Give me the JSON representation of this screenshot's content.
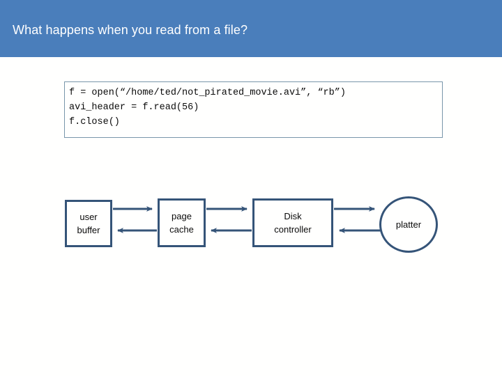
{
  "slide": {
    "title": "What happens when you read from a file?",
    "header_color": "#4A7EBB",
    "background_color": "#FFFFFE"
  },
  "code_block": {
    "language": "python",
    "border_color": "#7896AA",
    "text": "f = open(“/home/ted/not_pirated_movie.avi”, “rb”)\navi_header = f.read(56)\nf.close()",
    "lines": [
      "f = open(“/home/ted/not_pirated_movie.avi”, “rb”)",
      "avi_header = f.read(56)",
      "f.close()"
    ]
  },
  "diagram": {
    "type": "flow",
    "stroke_color": "#355478",
    "nodes": [
      {
        "id": "user-buffer",
        "shape": "rect",
        "line1": "user",
        "line2": "buffer"
      },
      {
        "id": "page-cache",
        "shape": "rect",
        "line1": "page",
        "line2": "cache"
      },
      {
        "id": "disk-controller",
        "shape": "rect",
        "line1": "Disk",
        "line2": "controller"
      },
      {
        "id": "platter",
        "shape": "circle",
        "line1": "platter",
        "line2": ""
      }
    ],
    "connections": [
      {
        "from": "user-buffer",
        "to": "page-cache",
        "direction": "bidirectional"
      },
      {
        "from": "page-cache",
        "to": "disk-controller",
        "direction": "bidirectional"
      },
      {
        "from": "disk-controller",
        "to": "platter",
        "direction": "bidirectional"
      }
    ]
  }
}
